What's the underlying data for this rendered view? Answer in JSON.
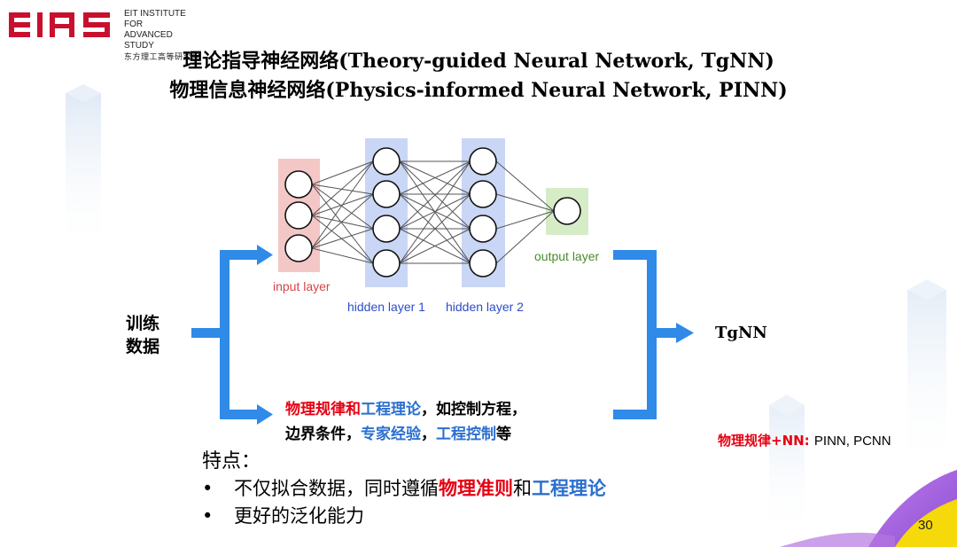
{
  "logo": {
    "line1": "EIT INSTITUTE FOR",
    "line2": "ADVANCED STUDY",
    "line3": "东方理工高等研究院",
    "brand_color": "#c8102e"
  },
  "title": {
    "line1": "理论指导神经网络(Theory-guided Neural Network, TgNN)",
    "line2": "物理信息神经网络(Physics-informed Neural Network, PINN)"
  },
  "network": {
    "input_label": "input layer",
    "hidden1_label": "hidden layer 1",
    "hidden2_label": "hidden layer 2",
    "output_label": "output layer",
    "input_color": "#f4c7c7",
    "hidden_color": "#c9d6f5",
    "output_color": "#d6ecc7"
  },
  "flow": {
    "training_data_line1": "训练",
    "training_data_line2": "数据",
    "result": "TgNN",
    "arrow_color": "#2f8ae8"
  },
  "physics_box": {
    "p1": "物理规律和",
    "p2": "工程理论",
    "p3": "，如控制方程，",
    "p4": "边界条件，",
    "p5": "专家经验",
    "p6": "，",
    "p7": "工程控制",
    "p8": "等"
  },
  "pinn_note": {
    "key": "物理规律+NN: ",
    "value": "PINN,  PCNN"
  },
  "features": {
    "heading": "特点：",
    "bullet_char": "•",
    "item1_a": "不仅拟合数据，同时遵循",
    "item1_b": "物理准则",
    "item1_c": "和",
    "item1_d": "工程理论",
    "item2": "更好的泛化能力"
  },
  "page_number": "30"
}
